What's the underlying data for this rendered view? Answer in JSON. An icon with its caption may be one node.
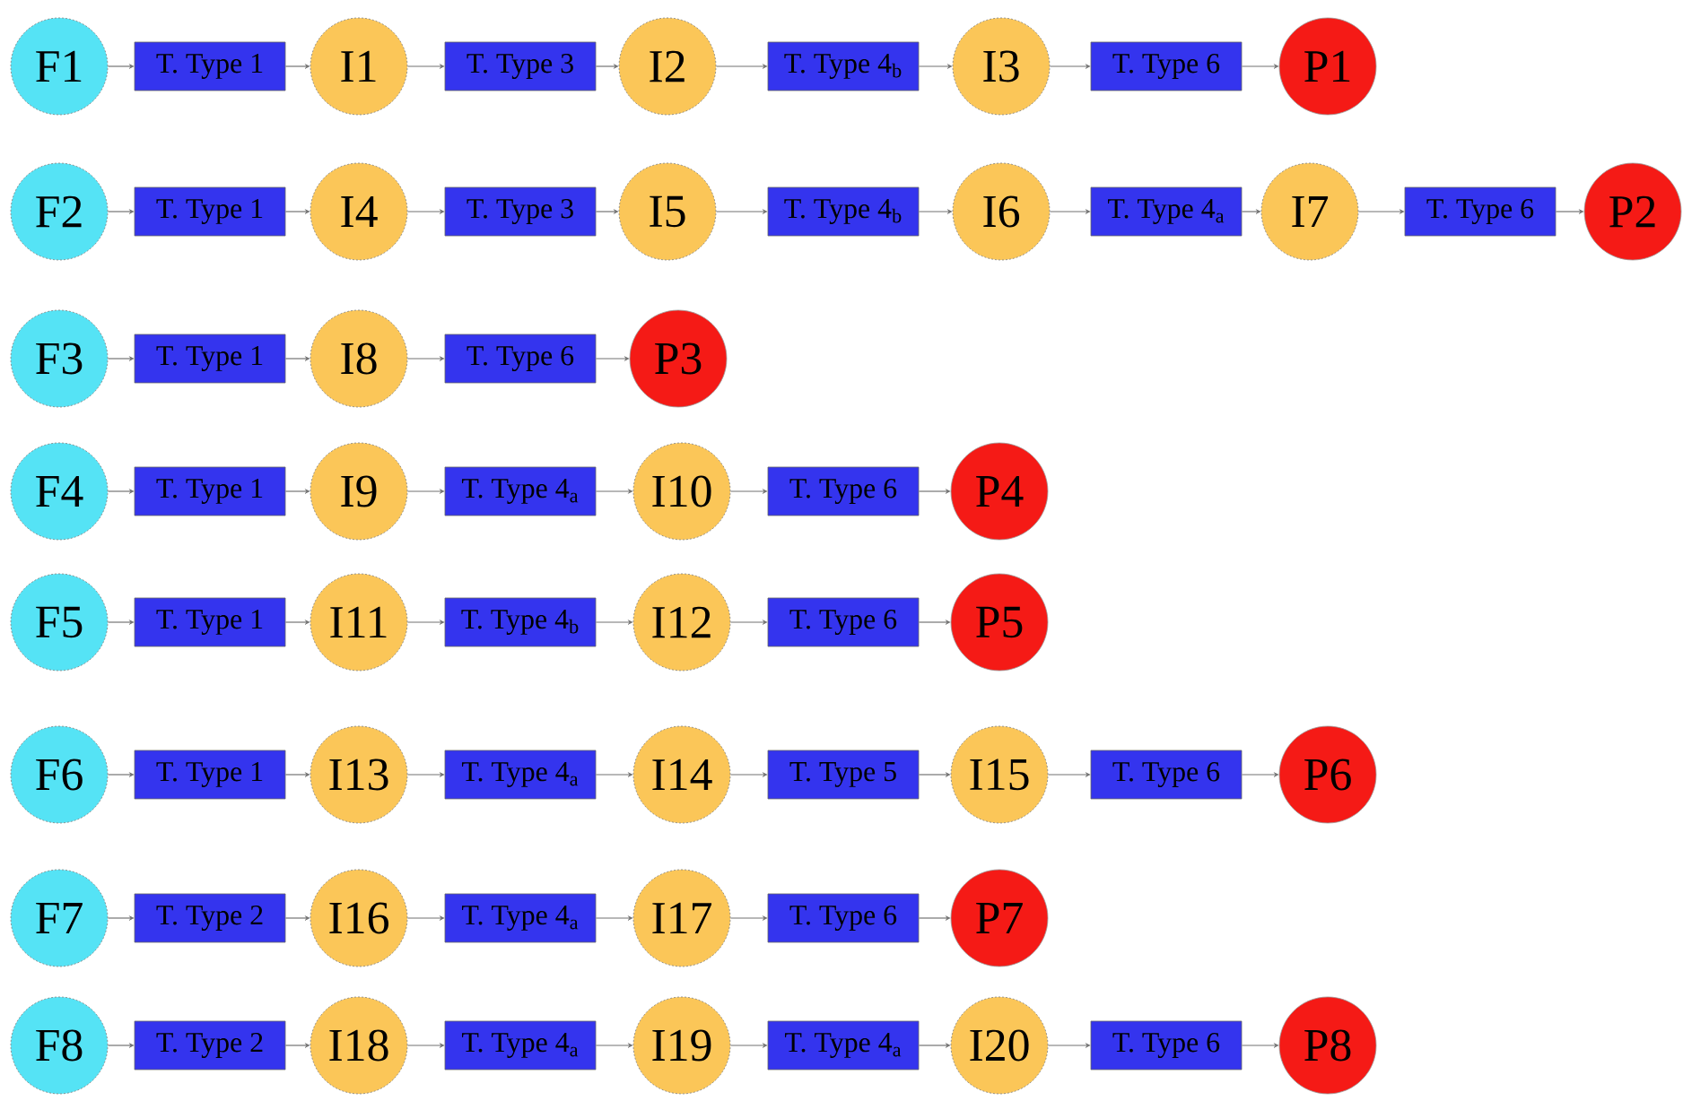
{
  "diagram": {
    "nodes": [
      {
        "text": [
          "F1"
        ]
      },
      {
        "text": [
          "T. Type 1"
        ]
      },
      {
        "text": [
          "I1"
        ]
      },
      {
        "text": [
          "T. Type 3"
        ]
      },
      {
        "text": [
          "I2"
        ]
      },
      {
        "text": [
          "T. Type 4$_{b}$"
        ]
      },
      {
        "text": [
          "I3"
        ]
      },
      {
        "text": [
          "T. Type 6"
        ]
      },
      {
        "text": [
          "P1"
        ]
      },
      {
        "text": [
          "F2"
        ]
      },
      {
        "text": [
          "T. Type 1"
        ]
      },
      {
        "text": [
          "I4"
        ]
      },
      {
        "text": [
          "T. Type 3"
        ]
      },
      {
        "text": [
          "I5"
        ]
      },
      {
        "text": [
          "T. Type 4$_{b}$"
        ]
      },
      {
        "text": [
          "I6"
        ]
      },
      {
        "text": [
          "T. Type 4$_{a}$"
        ]
      },
      {
        "text": [
          "I7"
        ]
      },
      {
        "text": [
          "T. Type 6"
        ]
      },
      {
        "text": [
          "P2"
        ]
      },
      {
        "text": [
          "F3"
        ]
      },
      {
        "text": [
          "T. Type 1"
        ]
      },
      {
        "text": [
          "I8"
        ]
      },
      {
        "text": [
          "T. Type 6"
        ]
      },
      {
        "text": [
          "P3"
        ]
      },
      {
        "text": [
          "F4"
        ]
      },
      {
        "text": [
          "T. Type 1"
        ]
      },
      {
        "text": [
          "I9"
        ]
      },
      {
        "text": [
          "T. Type 4$_{a}$"
        ]
      },
      {
        "text": [
          "I10"
        ]
      },
      {
        "text": [
          "T. Type 6"
        ]
      },
      {
        "text": [
          "P4"
        ]
      },
      {
        "text": [
          "F5"
        ]
      },
      {
        "text": [
          "T. Type 1"
        ]
      },
      {
        "text": [
          "I11"
        ]
      },
      {
        "text": [
          "T. Type 4$_{b}$"
        ]
      },
      {
        "text": [
          "I12"
        ]
      },
      {
        "text": [
          "T. Type 6"
        ]
      },
      {
        "text": [
          "P5"
        ]
      },
      {
        "text": [
          "F6"
        ]
      },
      {
        "text": [
          "T. Type 1"
        ]
      },
      {
        "text": [
          "I13"
        ]
      },
      {
        "text": [
          "T. Type 4$_{a}$"
        ]
      },
      {
        "text": [
          "I14"
        ]
      },
      {
        "text": [
          "T. Type 5"
        ]
      },
      {
        "text": [
          "I15"
        ]
      },
      {
        "text": [
          "T. Type 6"
        ]
      },
      {
        "text": [
          "P6"
        ]
      },
      {
        "text": [
          "F7"
        ]
      },
      {
        "text": [
          "T. Type 2"
        ]
      },
      {
        "text": [
          "I16"
        ]
      },
      {
        "text": [
          "T. Type 4$_{a}$"
        ]
      },
      {
        "text": [
          "I17"
        ]
      },
      {
        "text": [
          "T. Type 6"
        ]
      },
      {
        "text": [
          "P7"
        ]
      },
      {
        "text": [
          "F8"
        ]
      },
      {
        "text": [
          "T. Type 2"
        ]
      },
      {
        "text": [
          "I18"
        ]
      },
      {
        "text": [
          "T. Type 4$_{a}$"
        ]
      },
      {
        "text": [
          "I19"
        ]
      },
      {
        "text": [
          "T. Type 4$_{a}$"
        ]
      },
      {
        "text": [
          "I20"
        ]
      },
      {
        "text": [
          "T. Type 6"
        ]
      },
      {
        "text": [
          "P8"
        ]
      }
    ],
    "edges": [
      {
        "from": 0,
        "to": 1,
        "arrow": "to"
      },
      {
        "from": 1,
        "to": 2,
        "arrow": "to"
      },
      {
        "from": 2,
        "to": 3,
        "arrow": "to"
      },
      {
        "from": 3,
        "to": 4,
        "arrow": "to"
      },
      {
        "from": 4,
        "to": 5,
        "arrow": "to"
      },
      {
        "from": 5,
        "to": 6,
        "arrow": "to"
      },
      {
        "from": 6,
        "to": 7,
        "arrow": "to"
      },
      {
        "from": 7,
        "to": 8,
        "arrow": "to"
      },
      {
        "from": 9,
        "to": 10,
        "arrow": "to"
      },
      {
        "from": 10,
        "to": 11,
        "arrow": "to"
      },
      {
        "from": 11,
        "to": 12,
        "arrow": "to"
      },
      {
        "from": 12,
        "to": 13,
        "arrow": "to"
      },
      {
        "from": 13,
        "to": 14,
        "arrow": "to"
      },
      {
        "from": 14,
        "to": 15,
        "arrow": "to"
      },
      {
        "from": 15,
        "to": 16,
        "arrow": "to"
      },
      {
        "from": 16,
        "to": 17,
        "arrow": "to"
      },
      {
        "from": 17,
        "to": 18,
        "arrow": "to"
      },
      {
        "from": 18,
        "to": 19,
        "arrow": "to"
      },
      {
        "from": 20,
        "to": 21,
        "arrow": "to"
      },
      {
        "from": 21,
        "to": 22,
        "arrow": "to"
      },
      {
        "from": 22,
        "to": 23,
        "arrow": "to"
      },
      {
        "from": 23,
        "to": 24,
        "arrow": "to"
      },
      {
        "from": 25,
        "to": 26,
        "arrow": "to"
      },
      {
        "from": 26,
        "to": 27,
        "arrow": "to"
      },
      {
        "from": 27,
        "to": 28,
        "arrow": "to"
      },
      {
        "from": 28,
        "to": 29,
        "arrow": "to"
      },
      {
        "from": 29,
        "to": 30,
        "arrow": "to"
      },
      {
        "from": 30,
        "to": 31,
        "arrow": "to"
      },
      {
        "from": 32,
        "to": 33,
        "arrow": "to"
      },
      {
        "from": 33,
        "to": 34,
        "arrow": "to"
      },
      {
        "from": 34,
        "to": 35,
        "arrow": "to"
      },
      {
        "from": 35,
        "to": 36,
        "arrow": "to"
      },
      {
        "from": 36,
        "to": 37,
        "arrow": "to"
      },
      {
        "from": 37,
        "to": 38,
        "arrow": "to"
      },
      {
        "from": 39,
        "to": 40,
        "arrow": "to"
      },
      {
        "from": 40,
        "to": 41,
        "arrow": "to"
      },
      {
        "from": 41,
        "to": 42,
        "arrow": "to"
      },
      {
        "from": 42,
        "to": 43,
        "arrow": "to"
      },
      {
        "from": 43,
        "to": 44,
        "arrow": "to"
      },
      {
        "from": 44,
        "to": 45,
        "arrow": "to"
      },
      {
        "from": 45,
        "to": 46,
        "arrow": "to"
      },
      {
        "from": 46,
        "to": 47,
        "arrow": "to"
      },
      {
        "from": 48,
        "to": 49,
        "arrow": "to"
      },
      {
        "from": 49,
        "to": 50,
        "arrow": "to"
      },
      {
        "from": 50,
        "to": 51,
        "arrow": "to"
      },
      {
        "from": 51,
        "to": 52,
        "arrow": "to"
      },
      {
        "from": 52,
        "to": 53,
        "arrow": "to"
      },
      {
        "from": 53,
        "to": 54,
        "arrow": "to"
      },
      {
        "from": 55,
        "to": 56,
        "arrow": "to"
      },
      {
        "from": 56,
        "to": 57,
        "arrow": "to"
      },
      {
        "from": 57,
        "to": 58,
        "arrow": "to"
      },
      {
        "from": 58,
        "to": 59,
        "arrow": "to"
      },
      {
        "from": 59,
        "to": 60,
        "arrow": "to"
      },
      {
        "from": 60,
        "to": 61,
        "arrow": "to"
      },
      {
        "from": 61,
        "to": 62,
        "arrow": "to"
      },
      {
        "from": 62,
        "to": 63,
        "arrow": "to"
      }
    ]
  }
}
